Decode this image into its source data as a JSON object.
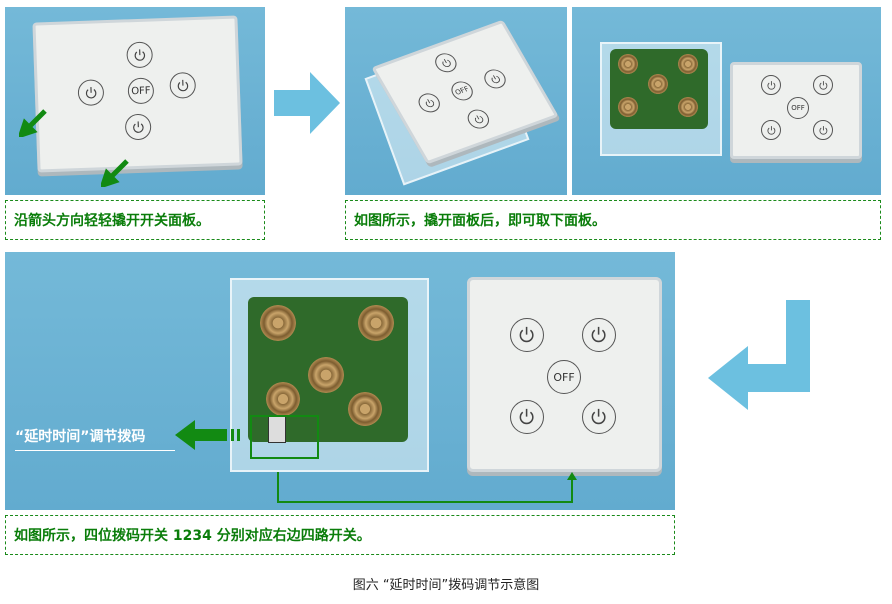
{
  "step1": {
    "caption": "沿箭头方向轻轻撬开开关面板。"
  },
  "step2": {
    "caption": "如图所示，撬开面板后，即可取下面板。"
  },
  "step3": {
    "caption": "如图所示，四位拨码开关 1234 分别对应右边四路开关。",
    "dip_label": "“延时时间”调节拨码",
    "off_label": "OFF"
  },
  "figure_caption": "图六 “延时时间”拨码调节示意图",
  "colors": {
    "green": "#0a7d0a",
    "blue_bg": "#6bb3d4",
    "arrow_blue": "#6cc0e0"
  }
}
